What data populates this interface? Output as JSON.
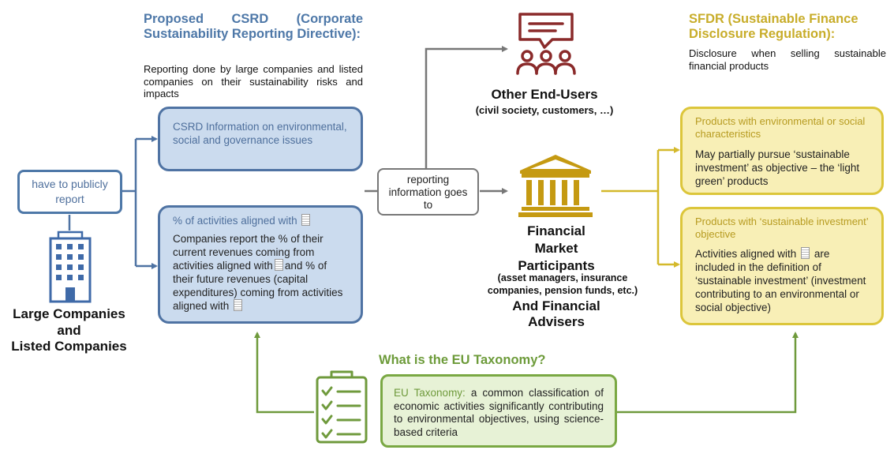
{
  "csrd": {
    "title": "Proposed CSRD (Corporate Sustainability Reporting Directive):",
    "description": "Reporting done by large companies and listed companies on their sustainability risks and impacts",
    "info_box": "CSRD Information on environmental, social and governance issues",
    "activities_box": {
      "heading": "% of activities aligned with",
      "body_1": "Companies report the % of their current revenues coming from activities aligned with",
      "body_2": "and % of their future revenues (capital expenditures) coming from activities aligned with"
    }
  },
  "companies": {
    "report_label": "have to publicly report",
    "name_line1": "Large Companies",
    "name_line2": "and",
    "name_line3": "Listed Companies"
  },
  "flow": {
    "reporting_label": "reporting information goes to"
  },
  "end_users": {
    "title": "Other End-Users",
    "subtitle": "(civil society, customers, …)"
  },
  "fmp": {
    "title_line1": "Financial",
    "title_line2": "Market",
    "title_line3": "Participants",
    "subtitle": "(asset managers, insurance companies, pension funds, etc.)",
    "and_line1": "And Financial",
    "and_line2": "Advisers"
  },
  "sfdr": {
    "title": "SFDR (Sustainable Finance Disclosure Regulation):",
    "description": "Disclosure when selling sustainable financial products",
    "env_products": {
      "heading": "Products with environmental or social characteristics",
      "body": "May partially pursue ‘sustainable investment’ as objective – the ‘light green’ products"
    },
    "sust_products": {
      "heading": "Products with ‘sustainable investment’ objective",
      "body_1": "Activities aligned with",
      "body_2": "are included in the definition of ‘sustainable investment’ (investment contributing to an environmental or social objective)"
    }
  },
  "taxonomy": {
    "question": "What is the EU Taxonomy?",
    "term": "EU Taxonomy:",
    "definition": "a common classification of economic activities significantly contributing to environmental objectives, using science-based criteria"
  },
  "colors": {
    "blue": "#4f73a3",
    "light_blue": "#cbdbee",
    "yellow": "#dcc63b",
    "light_yellow": "#f8efb6",
    "green": "#7aa843",
    "light_green": "#e7f2d6",
    "dark_red": "#8a2a2a",
    "gold": "#c59a12",
    "gray": "#777777"
  },
  "icons": [
    "building-icon",
    "people-speech-icon",
    "bank-icon",
    "checklist-icon",
    "taxonomy-document-icon"
  ]
}
